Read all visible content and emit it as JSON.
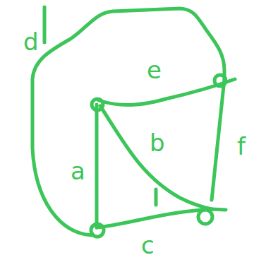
{
  "diagram": {
    "labels": [
      "d",
      "e",
      "b",
      "f",
      "a",
      "c"
    ]
  }
}
